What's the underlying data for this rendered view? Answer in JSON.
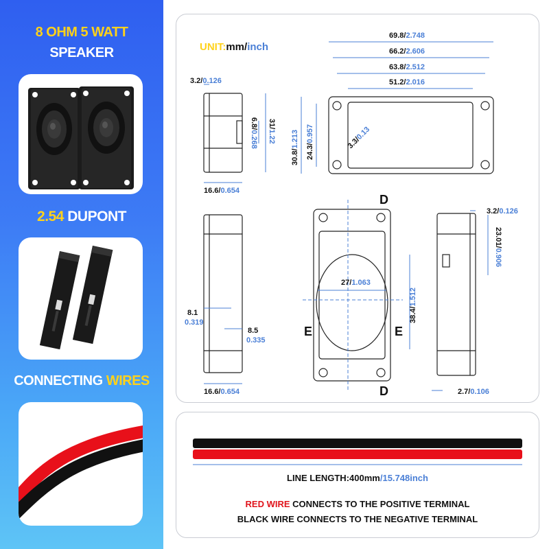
{
  "sidebar": {
    "speaker_title_line1": "8 OHM 5 WATT",
    "speaker_title_line2": "SPEAKER",
    "dupont_title_num": "2.54",
    "dupont_title_word": "DUPONT",
    "wires_title_word1": "CONNECTING",
    "wires_title_word2": "WIRES"
  },
  "unit_label": {
    "unit": "UNIT:",
    "mm": "mm",
    "slash": "/",
    "inch": "inch"
  },
  "dims": {
    "top_side_thickness": {
      "mm": "3.2",
      "inch": "0.126"
    },
    "top_side_depth": {
      "mm": "16.6",
      "inch": "0.654"
    },
    "top_side_slot": {
      "mm": "6.8",
      "inch": "0.268"
    },
    "top_side_height": {
      "mm": "31",
      "inch": "1.22"
    },
    "top_front_overall": {
      "mm": "69.8",
      "inch": "2.748"
    },
    "top_front_outer": {
      "mm": "66.2",
      "inch": "2.606"
    },
    "top_front_holes": {
      "mm": "63.8",
      "inch": "2.512"
    },
    "top_front_body": {
      "mm": "51.2",
      "inch": "2.016"
    },
    "top_front_height": {
      "mm": "30.8",
      "inch": "1.213"
    },
    "top_front_inner_height": {
      "mm": "24.3",
      "inch": "0.957"
    },
    "top_front_hole_dia": {
      "mm": "3.3",
      "inch": "0.13"
    },
    "bottom_side_left_a": {
      "mm": "8.1",
      "inch": "0.319"
    },
    "bottom_side_left_b": {
      "mm": "8.5",
      "inch": "0.335"
    },
    "bottom_side_depth": {
      "mm": "16.6",
      "inch": "0.654"
    },
    "cone_width": {
      "mm": "27",
      "inch": "1.063"
    },
    "cone_height": {
      "mm": "38.4",
      "inch": "1.512"
    },
    "right_top": {
      "mm": "3.2",
      "inch": "0.126"
    },
    "right_height": {
      "mm": "23.01",
      "inch": "0.906"
    },
    "right_bottom": {
      "mm": "2.7",
      "inch": "0.106"
    }
  },
  "section_labels": {
    "top": "D",
    "bottom": "D",
    "left": "E",
    "right": "E"
  },
  "wire": {
    "length_prefix": "LINE LENGTH:",
    "length_mm": "400mm",
    "length_sep": "/",
    "length_inch": "15.748inch",
    "red_label": "RED WIRE",
    "red_text": " CONNECTS TO THE POSITIVE TERMINAL",
    "black_text": "BLACK WIRE CONNECTS TO THE NEGATIVE TERMINAL"
  },
  "colors": {
    "accent_yellow": "#ffd21a",
    "dim_blue": "#4a7fd6",
    "wire_red": "#e8101a",
    "wire_black": "#111111",
    "note_red": "#e0141c"
  },
  "icons": [
    "speaker-pair-photo",
    "dupont-connector-photo",
    "red-black-wire-photo"
  ]
}
